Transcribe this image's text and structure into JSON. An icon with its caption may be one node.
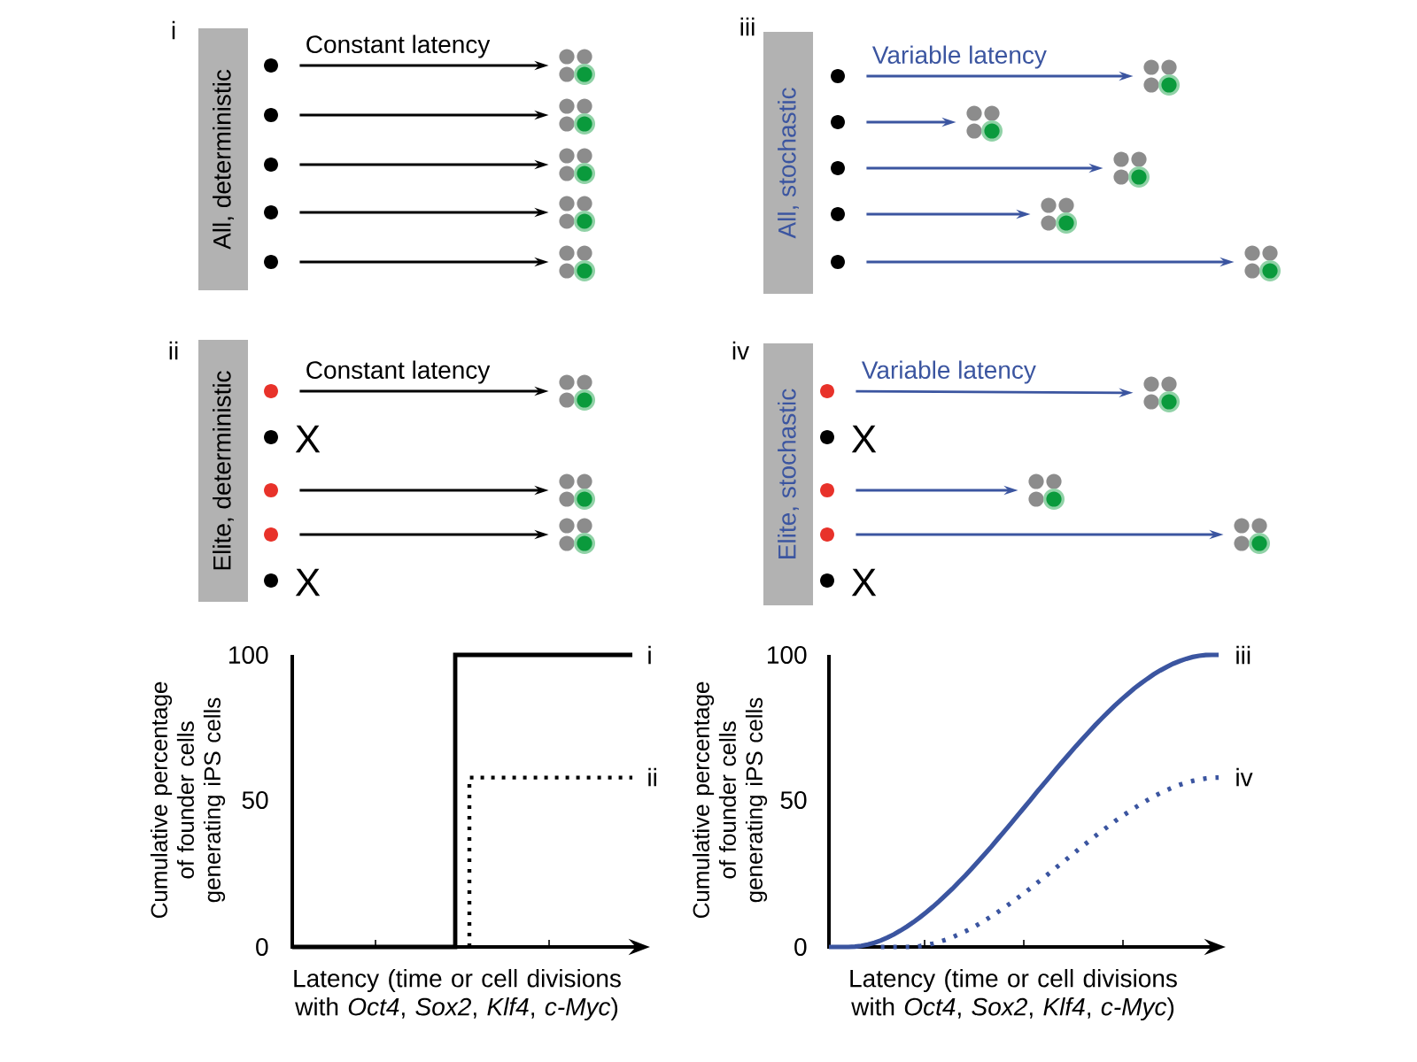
{
  "diagram": {
    "nodes": [
      {
        "text": [
          "All, deterministic"
        ]
      },
      {
        "text": [],
        "shape": "circle"
      },
      {
        "text": [],
        "shape": "circle"
      },
      {
        "text": [],
        "shape": "circle"
      },
      {
        "text": [],
        "shape": "circle"
      },
      {
        "text": [],
        "shape": "circle"
      },
      {
        "text": [],
        "shape": "cells"
      },
      {
        "text": [],
        "shape": "cells"
      },
      {
        "text": [],
        "shape": "cells"
      },
      {
        "text": [],
        "shape": "cells"
      },
      {
        "text": [],
        "shape": "cells"
      },
      {
        "text": [
          "All, stochastic"
        ]
      },
      {
        "text": [],
        "shape": "circle"
      },
      {
        "text": [],
        "shape": "circle"
      },
      {
        "text": [],
        "shape": "circle"
      },
      {
        "text": [],
        "shape": "circle"
      },
      {
        "text": [],
        "shape": "circle"
      },
      {
        "text": [],
        "shape": "cells"
      },
      {
        "text": [],
        "shape": "cells"
      },
      {
        "text": [],
        "shape": "cells"
      },
      {
        "text": [],
        "shape": "cells"
      },
      {
        "text": [],
        "shape": "cells"
      },
      {
        "text": [
          "Elite, deterministic"
        ]
      },
      {
        "text": [],
        "shape": "circle"
      },
      {
        "text": [],
        "shape": "circle",
        "beside": [
          "X"
        ]
      },
      {
        "text": [],
        "shape": "circle"
      },
      {
        "text": [],
        "shape": "circle"
      },
      {
        "text": [],
        "shape": "circle",
        "beside": [
          "X"
        ]
      },
      {
        "text": [],
        "shape": "cells"
      },
      {
        "text": [],
        "shape": "cells"
      },
      {
        "text": [],
        "shape": "cells"
      },
      {
        "text": [
          "Elite, stochastic"
        ]
      },
      {
        "text": [],
        "shape": "circle"
      },
      {
        "text": [],
        "shape": "circle",
        "beside": [
          "X"
        ]
      },
      {
        "text": [],
        "shape": "circle"
      },
      {
        "text": [],
        "shape": "circle"
      },
      {
        "text": [],
        "shape": "circle",
        "beside": [
          "X"
        ]
      },
      {
        "text": [],
        "shape": "cells"
      },
      {
        "text": [],
        "shape": "cells"
      },
      {
        "text": [],
        "shape": "cells"
      }
    ],
    "edges": [
      {
        "from": 1,
        "to": 6,
        "arrow": "to",
        "label": "Constant latency"
      },
      {
        "from": 2,
        "to": 7,
        "arrow": "to"
      },
      {
        "from": 3,
        "to": 8,
        "arrow": "to"
      },
      {
        "from": 4,
        "to": 9,
        "arrow": "to"
      },
      {
        "from": 5,
        "to": 10,
        "arrow": "to"
      },
      {
        "from": 12,
        "to": 17,
        "arrow": "to",
        "label": "Variable latency",
        "color": "#3b55a0"
      },
      {
        "from": 13,
        "to": 18,
        "arrow": "to",
        "color": "#3b55a0"
      },
      {
        "from": 14,
        "to": 19,
        "arrow": "to",
        "color": "#3b55a0"
      },
      {
        "from": 15,
        "to": 20,
        "arrow": "to",
        "color": "#3b55a0"
      },
      {
        "from": 16,
        "to": 21,
        "arrow": "to",
        "color": "#3b55a0"
      },
      {
        "from": 23,
        "to": 28,
        "arrow": "to",
        "label": "Constant latency"
      },
      {
        "from": 25,
        "to": 29,
        "arrow": "to"
      },
      {
        "from": 26,
        "to": 30,
        "arrow": "to"
      },
      {
        "from": 32,
        "to": 37,
        "arrow": "to",
        "label": "Variable latency",
        "color": "#3b55a0"
      },
      {
        "from": 34,
        "to": 38,
        "arrow": "to",
        "color": "#3b55a0"
      },
      {
        "from": 35,
        "to": 39,
        "arrow": "to",
        "color": "#3b55a0"
      }
    ],
    "labels": [
      "i",
      "iii",
      "ii",
      "iv",
      "100",
      "50",
      "0",
      "Cumulative percentage of founder cells generating iPS cells",
      "Latency (time or cell divisions with *Oct4*, *Sox2*, *Klf4*, *c-Myc*)",
      "i",
      "ii",
      "100",
      "50",
      "0",
      "Cumulative percentage of founder cells generating iPS cells",
      "Latency (time or cell divisions with *Oct4*, *Sox2*, *Klf4*, *c-Myc*)",
      "iii",
      "iv"
    ]
  }
}
